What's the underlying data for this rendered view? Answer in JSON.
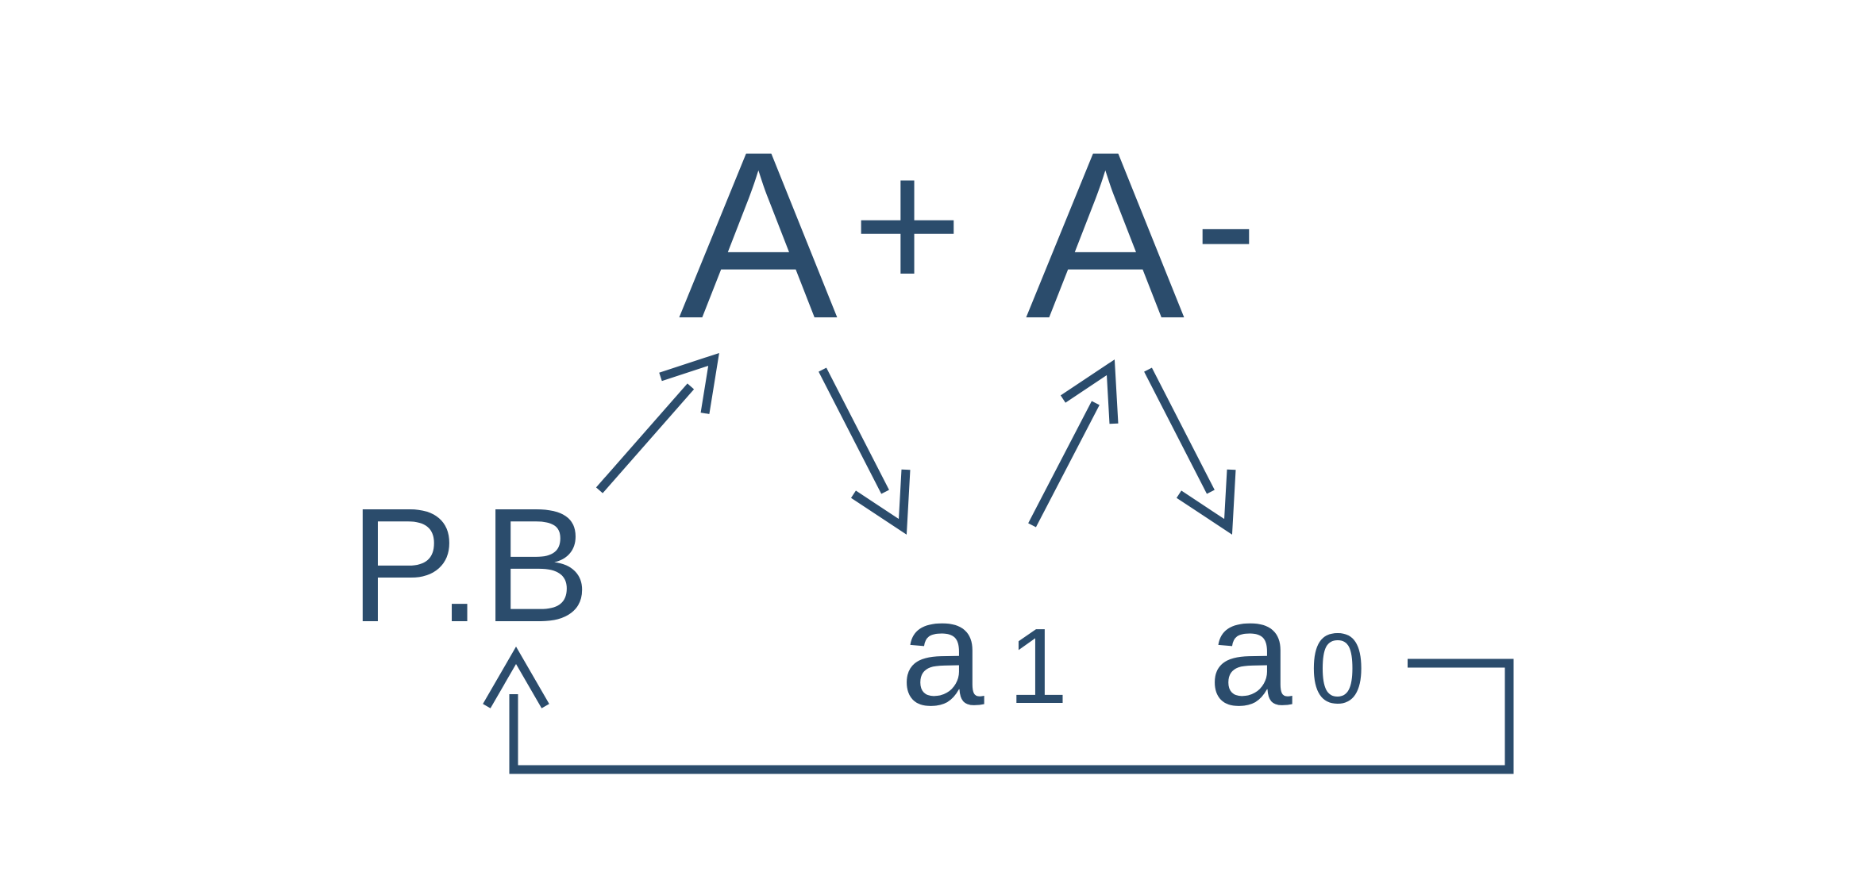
{
  "diagram": {
    "color": "#2b4c6c",
    "top_left": {
      "symbol": "A",
      "charge": "+"
    },
    "top_right": {
      "symbol": "A",
      "charge": "-"
    },
    "left_node": "P.B",
    "middle_bottom": {
      "base": "a",
      "index": "1"
    },
    "right_bottom": {
      "base": "a",
      "index": "0"
    }
  }
}
